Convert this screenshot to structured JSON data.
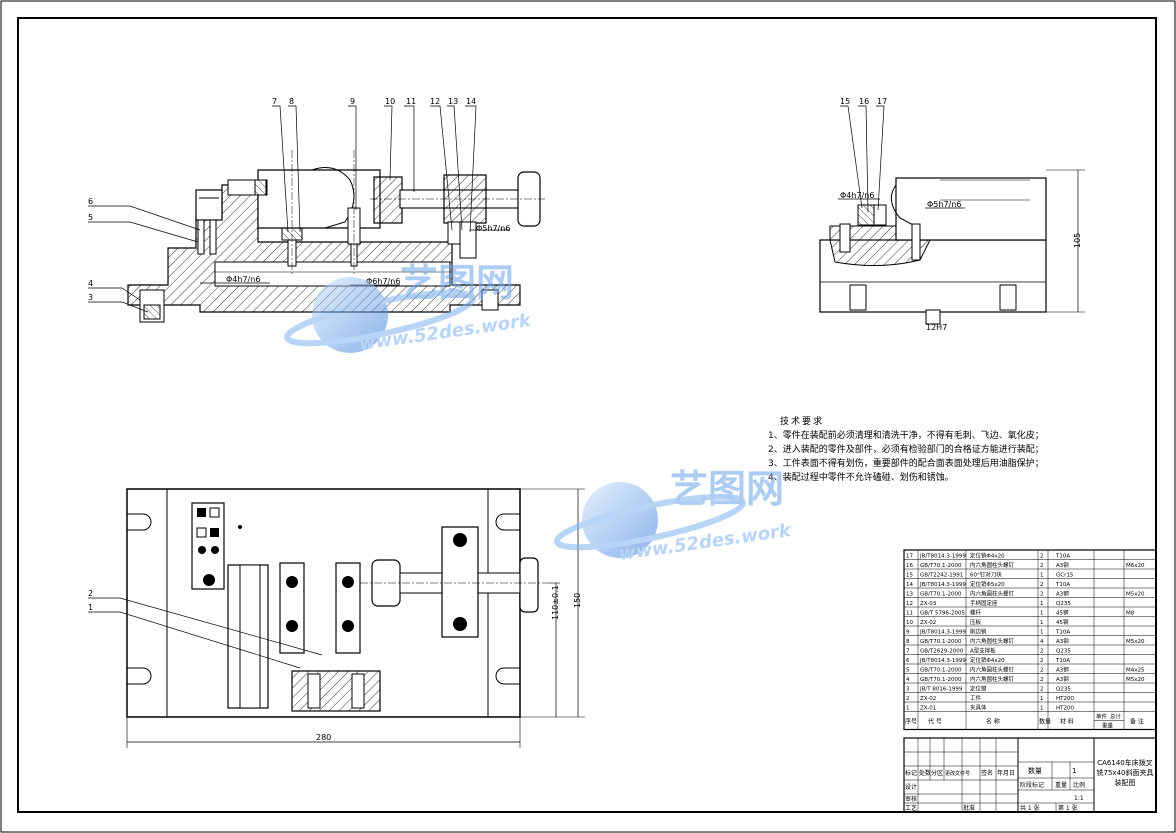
{
  "balloons_front": [
    "7",
    "8",
    "9",
    "10",
    "11",
    "12",
    "13",
    "14",
    "6",
    "5",
    "4",
    "3"
  ],
  "balloons_side": [
    "15",
    "16",
    "17"
  ],
  "balloons_top": [
    "2",
    "1"
  ],
  "fits": {
    "pin_front_a": "Φ4h7/n6",
    "pin_front_b": "Φ6h7/n6",
    "pin_front_c": "Φ5h7/n6",
    "pin_side_a": "Φ4h7/n6",
    "pin_side_b": "Φ5h7/n6",
    "key_side": "12H7"
  },
  "dims": {
    "height_side": "105",
    "width_top": "280",
    "height_top": "150",
    "center_top": "110±0.1"
  },
  "tech": {
    "title": "技术要求",
    "lines": [
      "1、零件在装配前必须清理和清洗干净，不得有毛刺、飞边、氧化皮；",
      "2、进入装配的零件及部件，必须有检验部门的合格证方能进行装配；",
      "3、工件表面不得有划伤，重要部件的配合面表面处理后用油脂保护；",
      "4、装配过程中零件不允许磕碰、划伤和锈蚀。"
    ]
  },
  "watermark": {
    "brand": "艺图网",
    "url": "www.52des.work"
  },
  "bom": {
    "rows": [
      {
        "no": "17",
        "code": "JB/T8014.3-1999",
        "name": "定位销Φ4x20",
        "qty": "2",
        "mat": "T10A",
        "note": ""
      },
      {
        "no": "16",
        "code": "GB/T70.1-2000",
        "name": "内六角圆柱头螺钉",
        "qty": "2",
        "mat": "A3钢",
        "note": "M6x20"
      },
      {
        "no": "15",
        "code": "GB/T2242-1991",
        "name": "60°钉对刀块",
        "qty": "1",
        "mat": "GCr15",
        "note": ""
      },
      {
        "no": "14",
        "code": "JB/T8014.3-1999",
        "name": "定位销Φ5x20",
        "qty": "2",
        "mat": "T10A",
        "note": ""
      },
      {
        "no": "13",
        "code": "GB/T70.1-2000",
        "name": "内六角圆柱头螺钉",
        "qty": "2",
        "mat": "A3钢",
        "note": "M5x20"
      },
      {
        "no": "12",
        "code": "ZX-03",
        "name": "手柄固定座",
        "qty": "1",
        "mat": "Q235",
        "note": ""
      },
      {
        "no": "11",
        "code": "GB/T 5796-2005",
        "name": "螺杆",
        "qty": "1",
        "mat": "45钢",
        "note": "M8"
      },
      {
        "no": "10",
        "code": "ZX-02",
        "name": "压板",
        "qty": "1",
        "mat": "45钢",
        "note": ""
      },
      {
        "no": "9",
        "code": "JB/T8014.3-1999",
        "name": "削边销",
        "qty": "1",
        "mat": "T10A",
        "note": ""
      },
      {
        "no": "8",
        "code": "GB/T70.1-2000",
        "name": "内六角圆柱头螺钉",
        "qty": "4",
        "mat": "A3钢",
        "note": "M5x20"
      },
      {
        "no": "7",
        "code": "GB/T2629-2000",
        "name": "A型支撑板",
        "qty": "2",
        "mat": "Q235",
        "note": ""
      },
      {
        "no": "6",
        "code": "JB/T8014.3-1999",
        "name": "定位销Φ4x20",
        "qty": "2",
        "mat": "T10A",
        "note": ""
      },
      {
        "no": "5",
        "code": "GB/T70.1-2000",
        "name": "内六角圆柱头螺钉",
        "qty": "2",
        "mat": "A3钢",
        "note": "M4x25"
      },
      {
        "no": "4",
        "code": "GB/T70.1-2000",
        "name": "内六角圆柱头螺钉",
        "qty": "2",
        "mat": "A3钢",
        "note": "M5x20"
      },
      {
        "no": "3",
        "code": "JB/T 8016-1999",
        "name": "定位键",
        "qty": "2",
        "mat": "Q235",
        "note": ""
      },
      {
        "no": "2",
        "code": "ZX-02",
        "name": "工件",
        "qty": "1",
        "mat": "HT200",
        "note": ""
      },
      {
        "no": "1",
        "code": "ZX-01",
        "name": "夹具体",
        "qty": "1",
        "mat": "HT200",
        "note": ""
      }
    ],
    "header": {
      "no": "序号",
      "code": "代 号",
      "name": "名 称",
      "qty": "数量",
      "mat": "材 料",
      "weight_single": "单件",
      "weight_total": "总计",
      "weight": "重量",
      "note": "备 注"
    }
  },
  "titleblock": {
    "drawing_title": "CA6140车床拨叉铣75x40斜面夹具装配图",
    "qty_label": "数量",
    "qty_value": "1",
    "stage_label": "阶段标记",
    "weight_label": "重量",
    "scale_label": "比例",
    "scale_value": "1:1",
    "sheet_total": "共 1 张",
    "sheet_no": "第 1 张",
    "design": "设计",
    "process": "工艺",
    "check": "审核",
    "approve": "批准",
    "mark": "标记",
    "count": "处数",
    "zone": "分区",
    "change_no": "更改文件号",
    "sign": "签名",
    "date": "年月日"
  }
}
